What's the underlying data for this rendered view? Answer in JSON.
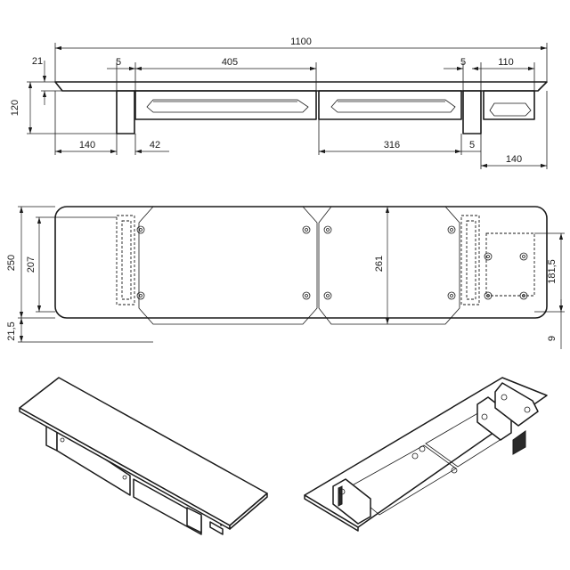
{
  "drawing": {
    "front_view": {
      "overall_width": "1100",
      "shelf_thickness": "21",
      "total_height": "120",
      "left_gap": "5",
      "left_drawer_width": "405",
      "right_gap": "5",
      "right_box_width": "110",
      "left_offset": "140",
      "left_leg_gap": "42",
      "right_drawer_width": "316",
      "right_leg_gap": "5",
      "right_offset": "140"
    },
    "top_view": {
      "depth": "250",
      "inner_depth": "207",
      "front_margin": "21,5",
      "drawer_depth": "261",
      "box_depth": "181,5",
      "box_margin": "9"
    }
  }
}
